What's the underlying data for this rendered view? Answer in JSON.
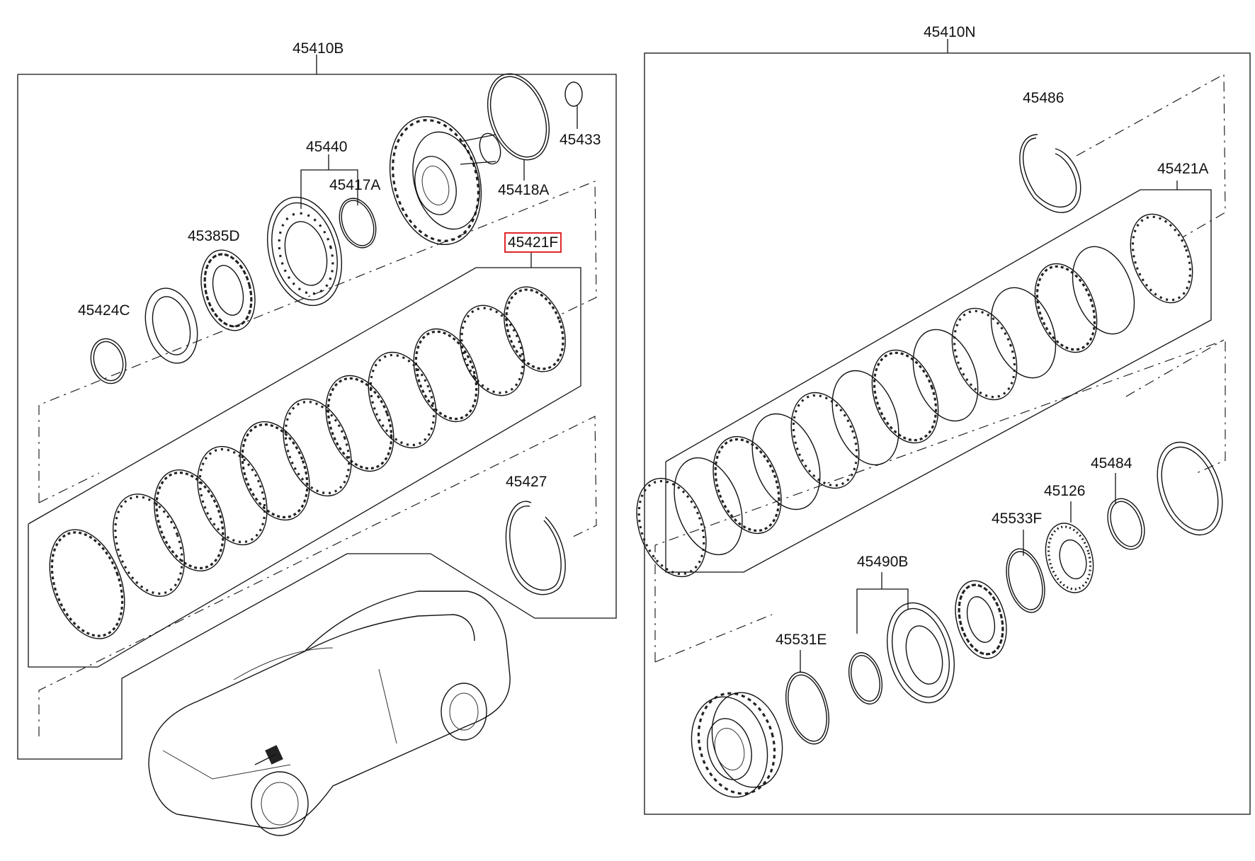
{
  "assemblies": [
    {
      "id": "left",
      "code": "45410B"
    },
    {
      "id": "right",
      "code": "45410N"
    }
  ],
  "parts": [
    {
      "code": "45433"
    },
    {
      "code": "45440"
    },
    {
      "code": "45417A"
    },
    {
      "code": "45418A"
    },
    {
      "code": "45385D"
    },
    {
      "code": "45421F",
      "highlighted": true
    },
    {
      "code": "45424C"
    },
    {
      "code": "45427"
    },
    {
      "code": "45486"
    },
    {
      "code": "45421A"
    },
    {
      "code": "45484"
    },
    {
      "code": "45126"
    },
    {
      "code": "45533F"
    },
    {
      "code": "45490B"
    },
    {
      "code": "45531E"
    }
  ],
  "colors": {
    "line": "#111111",
    "highlight": "#e0282a",
    "background": "#ffffff"
  }
}
